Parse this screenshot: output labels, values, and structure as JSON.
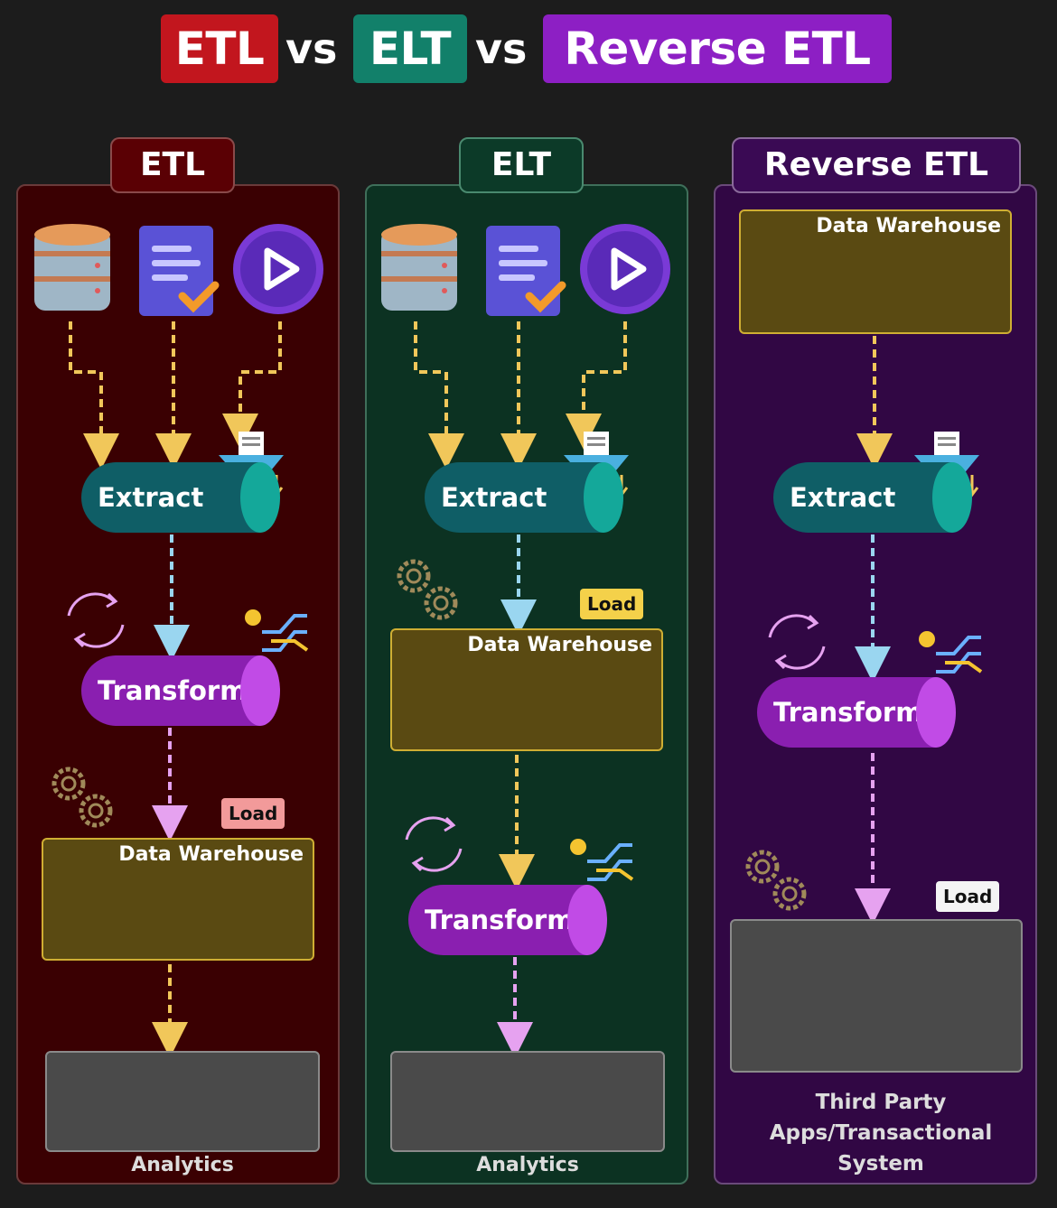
{
  "title": {
    "part1": "ETL",
    "vs1": "vs",
    "part2": "ELT",
    "vs2": "vs",
    "part3": "Reverse ETL"
  },
  "colors": {
    "etl": "#c2161e",
    "elt": "#12806a",
    "reverse": "#8d1fc4",
    "arrow_yellow": "#f1c75a",
    "arrow_blue": "#9ad6f0",
    "arrow_pink": "#e6a2f0"
  },
  "columns": {
    "etl": {
      "header": "ETL",
      "extract_label": "Extract",
      "transform_label": "Transform",
      "load_label": "Load",
      "warehouse_label": "Data Warehouse",
      "analytics_label": "Analytics"
    },
    "elt": {
      "header": "ELT",
      "extract_label": "Extract",
      "load_label": "Load",
      "warehouse_label": "Data Warehouse",
      "transform_label": "Transform",
      "analytics_label": "Analytics"
    },
    "reverse": {
      "header": "Reverse ETL",
      "warehouse_label": "Data Warehouse",
      "extract_label": "Extract",
      "transform_label": "Transform",
      "load_label": "Load",
      "destination_line1": "Third Party",
      "destination_line2": "Apps/Transactional",
      "destination_line3": "System"
    }
  },
  "icons": [
    "database-icon",
    "document-check-icon",
    "play-icon",
    "funnel-icon",
    "refresh-cycle-icon",
    "shuffle-icon",
    "gears-icon",
    "warehouse-icon",
    "server-rack-icon",
    "analytics-monitor-icon",
    "dashboard-monitor-icon"
  ]
}
